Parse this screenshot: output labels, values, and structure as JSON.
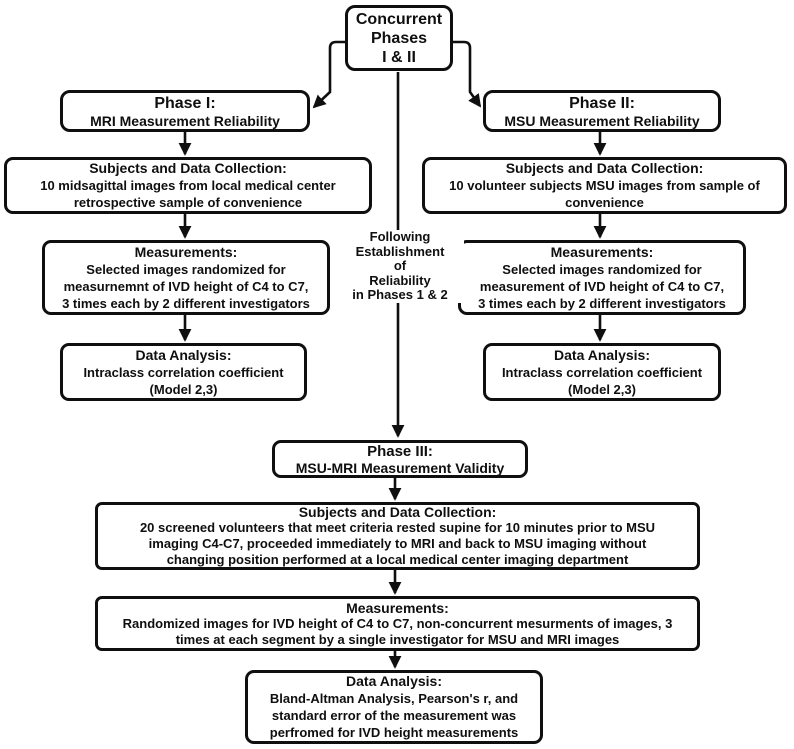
{
  "diagram": {
    "background": "#ffffff",
    "line_color": "#0f0f0f",
    "nodes": {
      "concurrent": {
        "lines": [
          "Concurrent",
          "Phases",
          "I & II"
        ]
      },
      "phase1": {
        "title": "Phase I:",
        "subtitle": "MRI Measurement Reliability"
      },
      "phase2": {
        "title": "Phase II:",
        "subtitle": "MSU Measurement Reliability"
      },
      "subjects1": {
        "title": "Subjects and Data Collection:",
        "body": [
          "10 midsagittal images from local medical center",
          "retrospective sample of convenience"
        ]
      },
      "subjects2": {
        "title": "Subjects and Data Collection:",
        "body": [
          "10 volunteer subjects MSU images from sample of",
          "convenience"
        ]
      },
      "measurements1": {
        "title": "Measurements:",
        "body": [
          "Selected images randomized for",
          "measurnemnt of IVD height of C4 to C7,",
          "3 times each by 2 different investigators"
        ]
      },
      "measurements2": {
        "title": "Measurements:",
        "body": [
          "Selected images randomized for",
          "measurement of IVD height of C4 to C7,",
          "3 times each by 2 different investigators"
        ]
      },
      "analysis1": {
        "title": "Data Analysis:",
        "body": [
          "Intraclass correlation coefficient",
          "(Model 2,3)"
        ]
      },
      "analysis2": {
        "title": "Data Analysis:",
        "body": [
          "Intraclass correlation coefficient",
          "(Model 2,3)"
        ]
      },
      "transition_note": {
        "lines": [
          "Following",
          "Establishment",
          "of",
          "Reliability",
          "in Phases 1 & 2"
        ]
      },
      "phase3": {
        "title": "Phase III:",
        "subtitle": "MSU-MRI Measurement Validity"
      },
      "subjects3": {
        "title": "Subjects and Data Collection:",
        "body": [
          "20 screened volunteers that meet criteria rested supine for 10 minutes prior to MSU",
          "imaging C4-C7, proceeded immediately to MRI and back to MSU imaging without",
          "changing position performed at a local medical center imaging department"
        ]
      },
      "measurements3": {
        "title": "Measurements:",
        "body": [
          "Randomized images for IVD height of C4 to C7, non-concurrent mesurments of images, 3",
          "times at each segment by a single investigator for MSU and MRI images"
        ]
      },
      "analysis3": {
        "title": "Data Analysis:",
        "body": [
          "Bland-Altman Analysis, Pearson's r, and",
          "standard error of the measurement was",
          "perfromed for IVD height measurements"
        ]
      }
    }
  }
}
